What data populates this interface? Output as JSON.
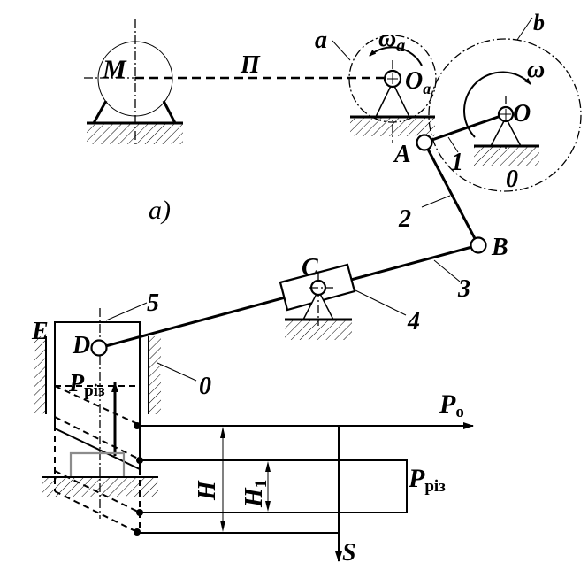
{
  "figure": {
    "caption": "a)",
    "colors": {
      "ink": "#000000",
      "workpiece": "#8c8c8c",
      "background": "#ffffff"
    }
  },
  "labels": {
    "motor": "M",
    "transmission": "П",
    "gear_a": "a",
    "omega_a_base": "ω",
    "omega_a_sub": "a",
    "pivot_oa_base": "O",
    "pivot_oa_sub": "a",
    "gear_b": "b",
    "omega": "ω",
    "pivot_o": "O",
    "point_a": "A",
    "link_1": "1",
    "frame_0_top": "0",
    "link_2": "2",
    "point_b": "B",
    "link_3": "3",
    "point_c": "C",
    "link_4": "4",
    "link_5": "5",
    "point_e": "E",
    "point_d": "D",
    "frame_0_guide": "0",
    "p_cut_left_base": "P",
    "p_cut_left_sub": "різ",
    "p_o_base": "P",
    "p_o_sub": "o",
    "p_cut_right_base": "P",
    "p_cut_right_sub": "різ",
    "dim_h": "H",
    "dim_h1_base": "H",
    "dim_h1_sub": "1",
    "axis_s": "S"
  }
}
